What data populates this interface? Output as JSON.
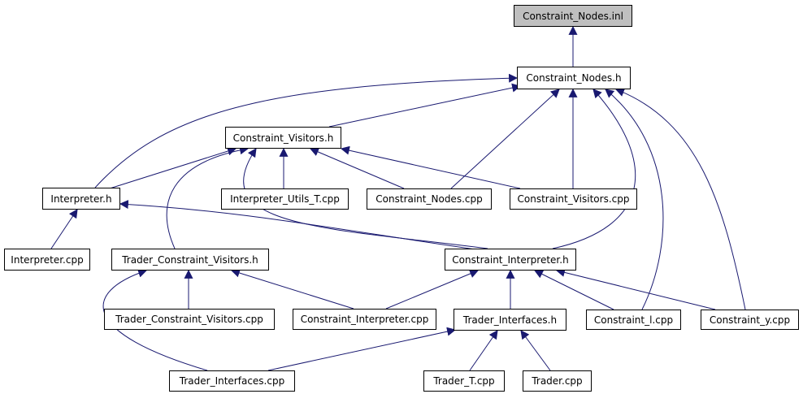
{
  "graph": {
    "edge_color": "#191970",
    "root_fill": "#bfbfbf",
    "nodes": [
      {
        "id": "constraint-nodes-inl",
        "label": "Constraint_Nodes.inl"
      },
      {
        "id": "constraint-nodes-h",
        "label": "Constraint_Nodes.h"
      },
      {
        "id": "constraint-visitors-h",
        "label": "Constraint_Visitors.h"
      },
      {
        "id": "interpreter-h",
        "label": "Interpreter.h"
      },
      {
        "id": "interpreter-utils-t-cpp",
        "label": "Interpreter_Utils_T.cpp"
      },
      {
        "id": "constraint-nodes-cpp",
        "label": "Constraint_Nodes.cpp"
      },
      {
        "id": "constraint-visitors-cpp",
        "label": "Constraint_Visitors.cpp"
      },
      {
        "id": "interpreter-cpp",
        "label": "Interpreter.cpp"
      },
      {
        "id": "trader-constraint-visitors-h",
        "label": "Trader_Constraint_Visitors.h"
      },
      {
        "id": "constraint-interpreter-h",
        "label": "Constraint_Interpreter.h"
      },
      {
        "id": "trader-constraint-visitors-cpp",
        "label": "Trader_Constraint_Visitors.cpp"
      },
      {
        "id": "constraint-interpreter-cpp",
        "label": "Constraint_Interpreter.cpp"
      },
      {
        "id": "trader-interfaces-h",
        "label": "Trader_Interfaces.h"
      },
      {
        "id": "constraint-l-cpp",
        "label": "Constraint_l.cpp"
      },
      {
        "id": "constraint-y-cpp",
        "label": "Constraint_y.cpp"
      },
      {
        "id": "trader-interfaces-cpp",
        "label": "Trader_Interfaces.cpp"
      },
      {
        "id": "trader-t-cpp",
        "label": "Trader_T.cpp"
      },
      {
        "id": "trader-cpp",
        "label": "Trader.cpp"
      }
    ]
  }
}
